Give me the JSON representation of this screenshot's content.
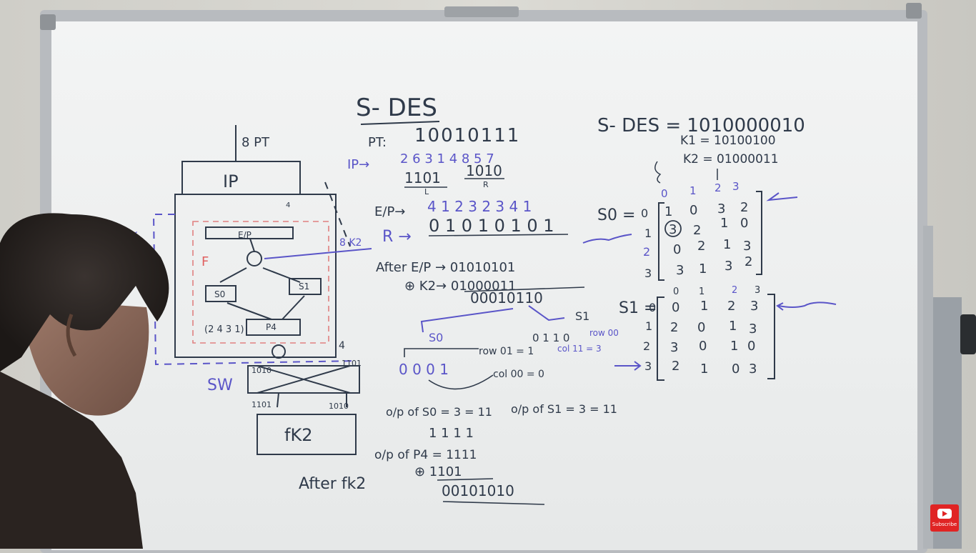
{
  "board": {
    "title": "S- DES",
    "pt_label": "PT:",
    "pt_bits": "10010111",
    "ip_label": "IP→",
    "ip_perm": "2 6 3 1 4 8 5 7",
    "ip_left": "1101",
    "ip_right": "1010",
    "l_tag": "L",
    "r_tag": "R",
    "ep_label": "E/P→",
    "ep_perm": "4 1 2 3 2 3 4 1",
    "r_label": "R →",
    "r_bits": "0 1 0 1 0 1 0 1",
    "after_ep": "After E/P → 01010101",
    "xor_k2": "⊕ K2→ 01000011",
    "xor_result": "00010110",
    "s0_tag": "S0",
    "s1_tag": "S1",
    "s0_bits": "0 0 0 1",
    "s1_bits": "0 1 1 0",
    "row_eq": "row 01 = 1",
    "col_eq": "col 00 = 0",
    "row_s1": "row 00",
    "col_s1": "col 11 = 3",
    "op_s0": "o/p of S0 = 3 = 11",
    "op_s1": "o/p of S1 = 3 = 11",
    "four_ones": "1 1 1 1",
    "op_p4": "o/p of P4 = 1111",
    "xor_p4": "⊕  1101",
    "final_bits": "00101010",
    "after_fk2": "After  fk2"
  },
  "diagram": {
    "pt_in": "8 PT",
    "ip_box": "IP",
    "ep_box": "E/P",
    "s0_box": "S0",
    "s1_box": "S1",
    "p4_box": "P4",
    "p4_perm": "(2 4 3 1)",
    "f_label": "F",
    "k_label": "8 K2",
    "k_side": "K",
    "sw_label": "SW",
    "left_out": "1010",
    "right_out": "1101",
    "bottom_left": "1101",
    "bottom_right": "1010",
    "fk2_box": "fK2",
    "four_a": "4",
    "four_b": "4"
  },
  "keys": {
    "key_line": "S- DES = 1010000010",
    "k1_line": "K1 = 10100100",
    "k2_line": "K2 = 01000011"
  },
  "s0_matrix": {
    "label": "S0 =",
    "cols": [
      "0",
      "1",
      "2",
      "3"
    ],
    "rows": [
      "0",
      "1",
      "2",
      "3"
    ],
    "cells": [
      [
        "1",
        "0",
        "3",
        "2"
      ],
      [
        "3",
        "2",
        "1",
        "0"
      ],
      [
        "0",
        "2",
        "1",
        "3"
      ],
      [
        "3",
        "1",
        "3",
        "2"
      ]
    ]
  },
  "s1_matrix": {
    "label": "S1 =",
    "cols": [
      "0",
      "1",
      "2",
      "3"
    ],
    "rows": [
      "0",
      "1",
      "2",
      "3"
    ],
    "cells": [
      [
        "0",
        "1",
        "2",
        "3"
      ],
      [
        "2",
        "0",
        "1",
        "3"
      ],
      [
        "3",
        "0",
        "1",
        "0"
      ],
      [
        "2",
        "1",
        "0",
        "3"
      ]
    ]
  },
  "subscribe": {
    "label": "Subscribe"
  }
}
